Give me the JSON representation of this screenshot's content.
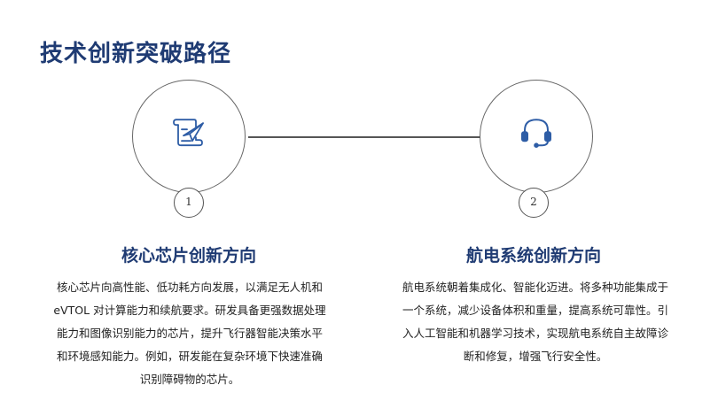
{
  "page": {
    "title": "技术创新突破路径"
  },
  "colors": {
    "title": "#1f3b73",
    "icon": "#2e5da6",
    "line": "#555555"
  },
  "sections": [
    {
      "icon": "paper-plane-scroll-icon",
      "number": "1",
      "title": "核心芯片创新方向",
      "description_lines": [
        "核心芯片向高性能、低功耗方向发展，以满足无人机和",
        "eVTOL  对计算能力和续航要求。研发具备更强数据处理",
        "能力和图像识别能力的芯片，提升飞行器智能决策水平",
        "和环境感知能力。例如，研发能在复杂环境下快速准确",
        "识别障碍物的芯片。"
      ]
    },
    {
      "icon": "headset-icon",
      "number": "2",
      "title": "航电系统创新方向",
      "description_lines": [
        "航电系统朝着集成化、智能化迈进。将多种功能集成于",
        "一个系统，减少设备体积和重量，提高系统可靠性。引",
        "入人工智能和机器学习技术，实现航电系统自主故障诊",
        "断和修复，增强飞行安全性。"
      ]
    }
  ]
}
